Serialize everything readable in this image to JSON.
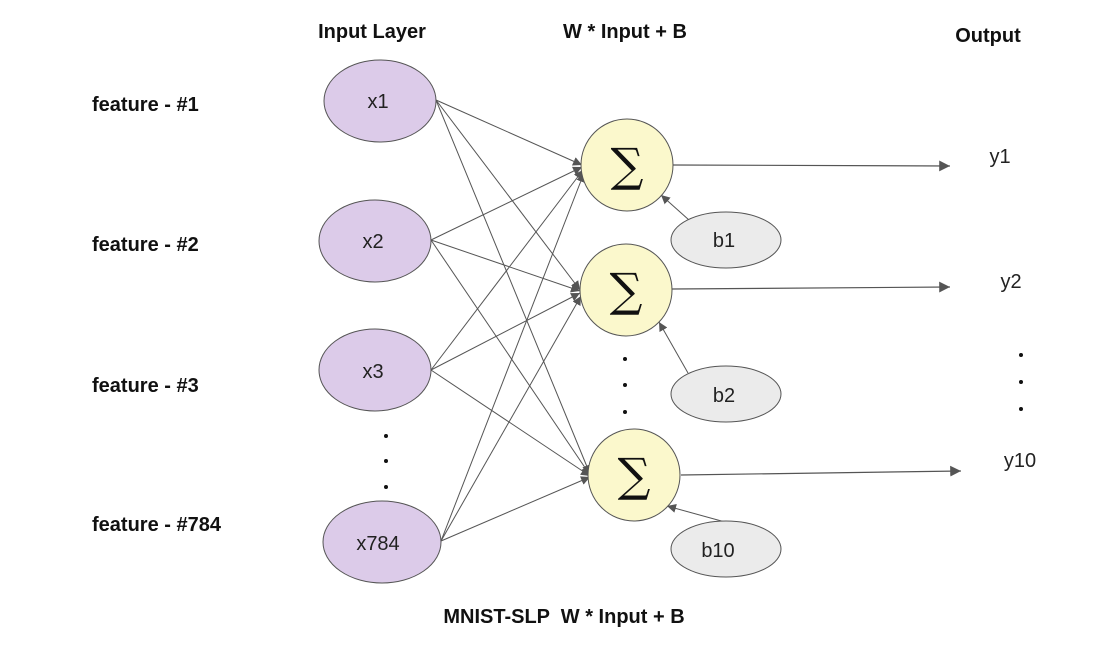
{
  "headers": {
    "input_layer": "Input Layer",
    "weighted_sum": "W * Input + B",
    "output": "Output"
  },
  "features": [
    "feature - #1",
    "feature - #2",
    "feature - #3",
    "feature - #784"
  ],
  "inputs": [
    "x1",
    "x2",
    "x3",
    "x784"
  ],
  "sum_symbol": "∑",
  "biases": [
    "b1",
    "b2",
    "b10"
  ],
  "outputs": [
    "y1",
    "y2",
    "y10"
  ],
  "caption": "MNIST-SLP  W * Input + B",
  "colors": {
    "input_fill": "#dccbe9",
    "sum_fill": "#fbf8cc",
    "bias_fill": "#ebebeb",
    "edge": "#555555"
  }
}
